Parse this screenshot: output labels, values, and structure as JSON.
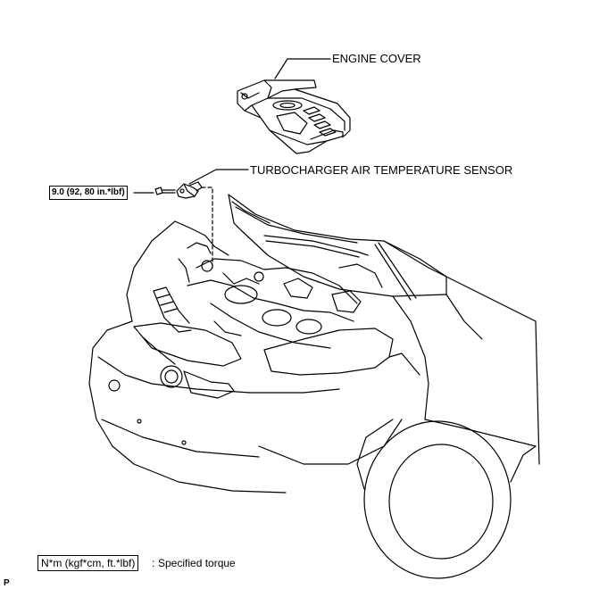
{
  "labels": {
    "engine_cover": "ENGINE COVER",
    "sensor": "TURBOCHARGER AIR TEMPERATURE SENSOR"
  },
  "torque": {
    "value": "9.0 (92, 80 in.*lbf)"
  },
  "legend": {
    "units": "N*m (kgf*cm, ft.*lbf)",
    "separator": ":",
    "description": "Specified torque"
  },
  "ref_code": "P"
}
